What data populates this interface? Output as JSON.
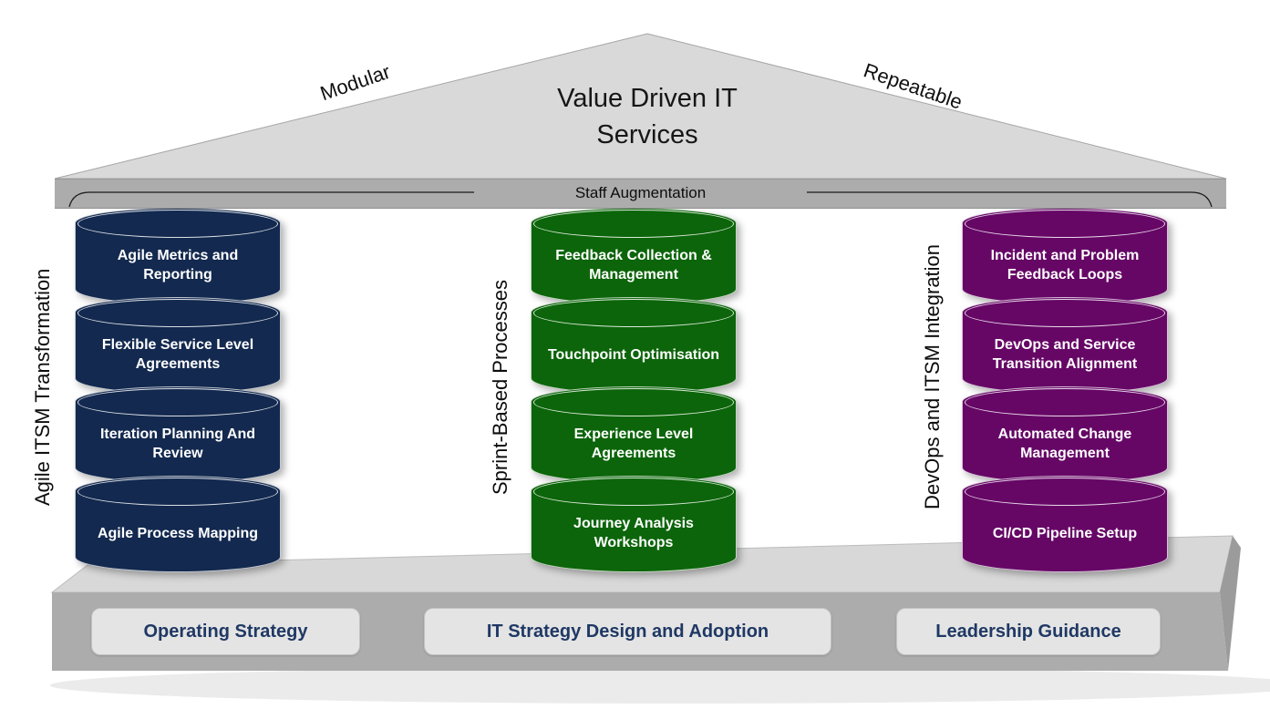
{
  "title": {
    "line1": "Value Driven IT",
    "line2": "Services"
  },
  "roof": {
    "left_slope_label": "Modular",
    "right_slope_label": "Repeatable"
  },
  "beam": {
    "label": "Staff Augmentation"
  },
  "pillars": [
    {
      "name": "Agile ITSM Transformation",
      "color": "#13294F",
      "segments": [
        "Agile Metrics and Reporting",
        "Flexible Service Level Agreements",
        "Iteration Planning And Review",
        "Agile Process Mapping"
      ]
    },
    {
      "name": "Sprint-Based Processes",
      "color": "#0C650A",
      "segments": [
        "Feedback Collection & Management",
        "Touchpoint Optimisation",
        "Experience Level Agreements",
        "Journey Analysis Workshops"
      ]
    },
    {
      "name": "DevOps and ITSM Integration",
      "color": "#660766",
      "segments": [
        "Incident and Problem Feedback Loops",
        "DevOps and Service Transition Alignment",
        "Automated Change Management",
        "CI/CD Pipeline Setup"
      ]
    }
  ],
  "base": {
    "buttons": [
      {
        "label": "Operating Strategy"
      },
      {
        "label": "IT Strategy Design and Adoption"
      },
      {
        "label": "Leadership Guidance"
      }
    ]
  },
  "colors": {
    "roof_fill": "#D9D9D9",
    "roof_stroke": "#A5A5A5",
    "beam_fill": "#ACACAC",
    "brace_stroke": "#1A1A1A",
    "platform_top": "#D8D8D8",
    "platform_front": "#ACACAC",
    "platform_bevel": "#9B9B9B",
    "ground_shadow": "#EBEBEB",
    "button_fill": "#E4E4E4",
    "button_border": "#C2C2C2",
    "button_text": "#1F3864",
    "pillar_navy": "#13294F",
    "pillar_green": "#0C650A",
    "pillar_purple": "#660766",
    "segment_text": "#FFFFFF"
  }
}
